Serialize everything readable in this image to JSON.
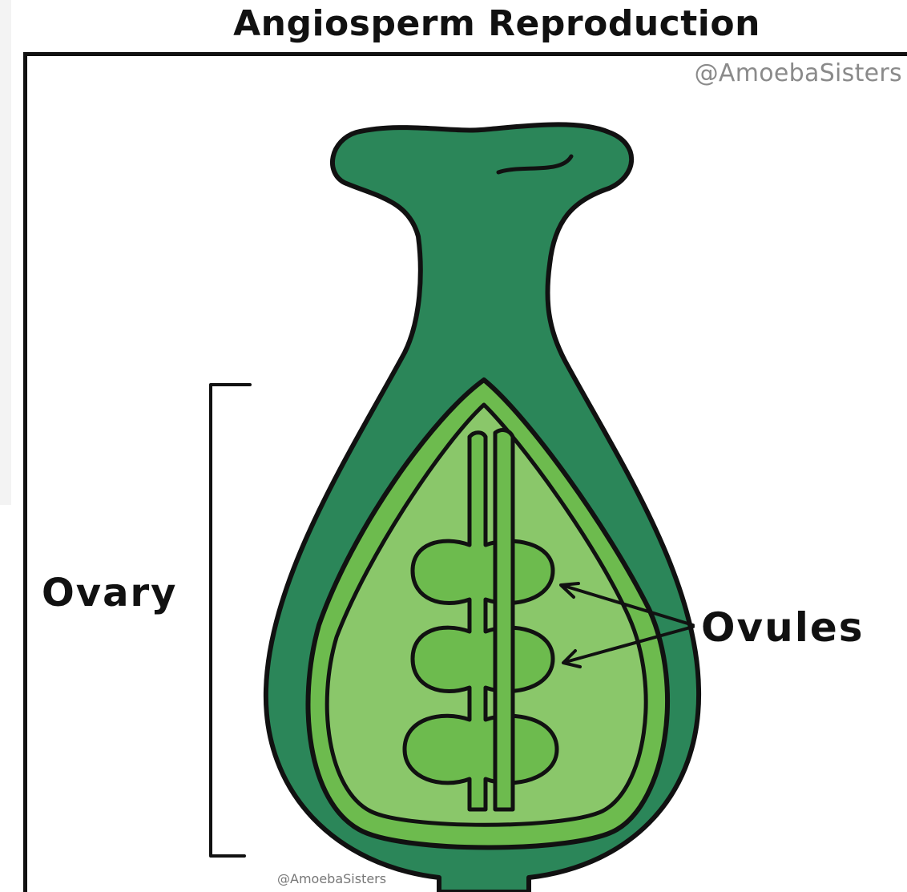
{
  "title": "Angiosperm Reproduction",
  "watermark": "@AmoebaSisters",
  "labels": {
    "ovary": "Ovary",
    "ovules": "Ovules"
  },
  "colors": {
    "outer_wall": "#2b8659",
    "inner_wall": "#6dbb4e",
    "chamber": "#8ac76a",
    "ovule": "#6dbb4e",
    "outline": "#111111"
  }
}
